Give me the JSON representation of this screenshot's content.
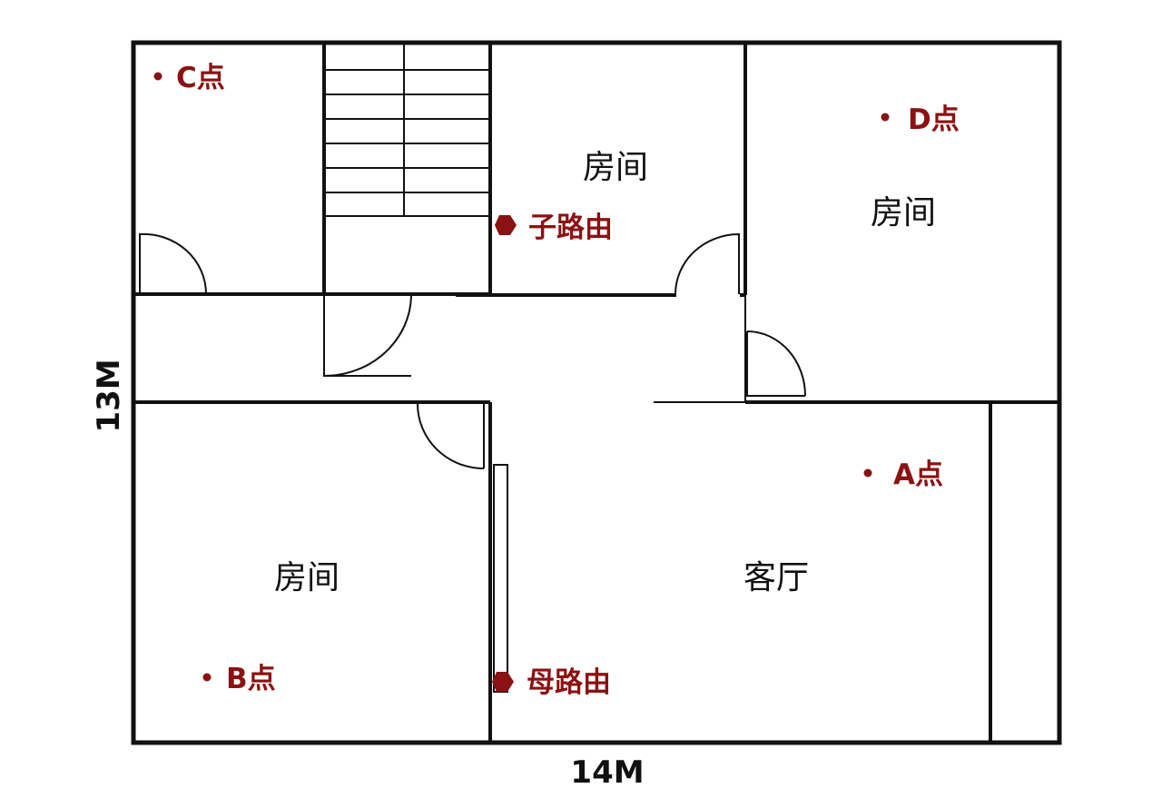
{
  "colors": {
    "wall": "#111111",
    "marker": "#8b1212"
  },
  "rooms": {
    "room_top": "房间",
    "room_right": "房间",
    "room_bottom_left": "房间",
    "living_room": "客厅"
  },
  "points": {
    "a": "A点",
    "b": "B点",
    "c": "C点",
    "d": "D点"
  },
  "routers": {
    "sub": "子路由",
    "main": "母路由"
  },
  "dimensions": {
    "height": "13M",
    "width": "14M"
  }
}
